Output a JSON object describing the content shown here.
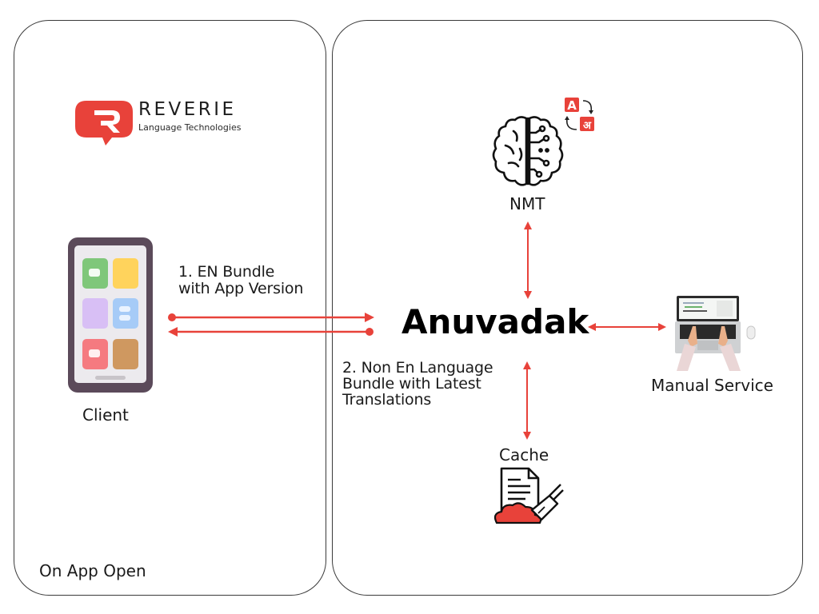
{
  "brand": {
    "name": "REVERIE",
    "tagline": "Language Technologies",
    "accent_color": "#e8423a"
  },
  "left_panel": {
    "footer_label": "On App Open",
    "client": {
      "label": "Client",
      "icon": "smartphone-icon"
    }
  },
  "flows": {
    "request_label_line1": "1. EN Bundle",
    "request_label_line2": "with App Version",
    "response_label_line1": "2. Non En Language",
    "response_label_line2": "Bundle with Latest",
    "response_label_line3": "Translations",
    "arrow_color": "#e8423a"
  },
  "right_panel": {
    "hub": {
      "label": "Anuvadak"
    },
    "nmt": {
      "label": "NMT",
      "icon": "brain-circuit-icon",
      "badge_icon": "translate-icon",
      "badge_from": "A",
      "badge_to": "अ"
    },
    "manual": {
      "label": "Manual Service",
      "icon": "laptop-typing-icon"
    },
    "cache": {
      "label": "Cache",
      "icon": "document-cleanup-icon"
    }
  }
}
